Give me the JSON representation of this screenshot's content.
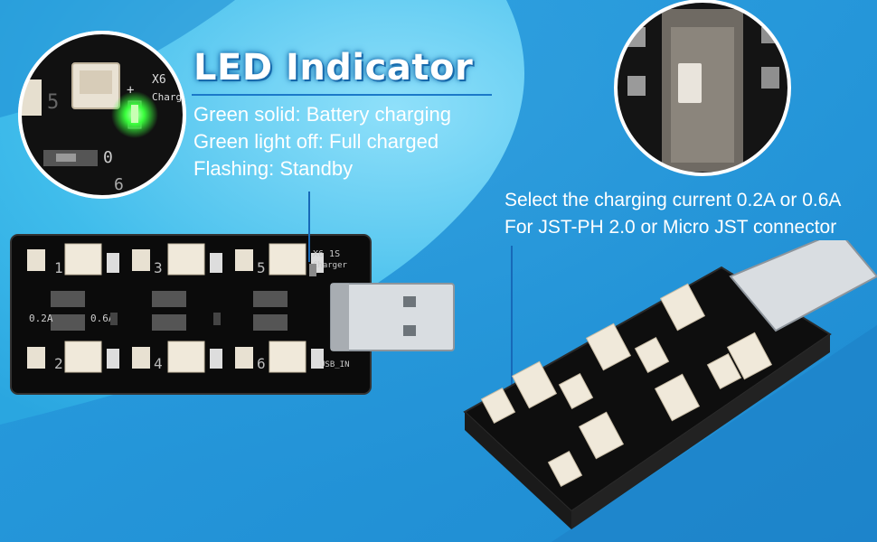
{
  "led_section": {
    "title": "LED Indicator",
    "lines": [
      "Green solid: Battery charging",
      "Green light off: Full charged",
      "Flashing: Standby"
    ]
  },
  "switch_section": {
    "lines": [
      "Select the charging current 0.2A or 0.6A",
      "For JST-PH 2.0 or Micro JST connector"
    ]
  },
  "board": {
    "label_top": "X6 1S",
    "label_sub": "Charger",
    "usb_label": "USB_IN",
    "current_low": "0.2A",
    "current_high": "0.6A",
    "port_numbers": [
      "1",
      "2",
      "3",
      "4",
      "5",
      "6"
    ]
  },
  "colors": {
    "background": "#35b8e8",
    "background_light": "#7fd8f7",
    "background_dark": "#1e8fd6",
    "title_rule": "#1b79c9",
    "led_green": "#39ff3c",
    "pcb_black": "#111111"
  }
}
